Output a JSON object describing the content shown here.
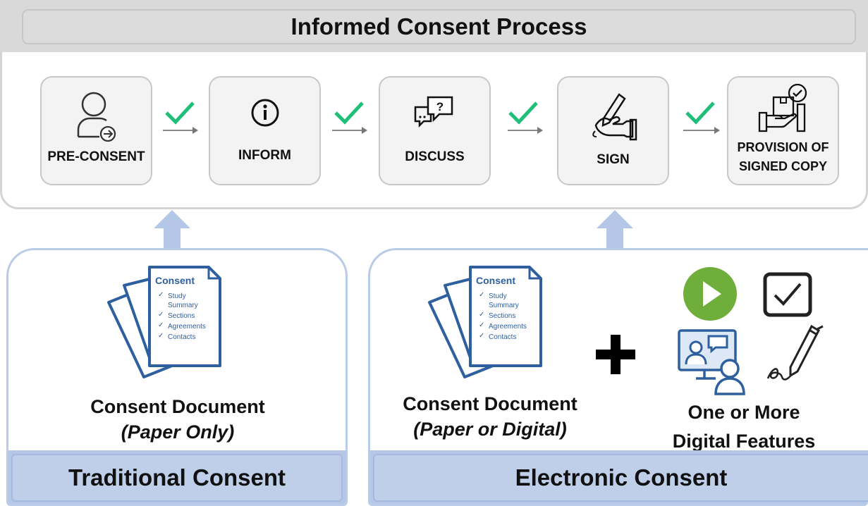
{
  "process": {
    "title": "Informed Consent Process",
    "steps": [
      {
        "label": "PRE-CONSENT",
        "icon": "user-arrow-icon"
      },
      {
        "label": "INFORM",
        "icon": "info-icon"
      },
      {
        "label": "DISCUSS",
        "icon": "chat-question-icon"
      },
      {
        "label": "SIGN",
        "icon": "hand-pen-icon"
      },
      {
        "label": "PROVISION OF\nSIGNED COPY",
        "icon": "handover-check-icon"
      }
    ],
    "check_color": "#1fbf7a"
  },
  "consent_document": {
    "title": "Consent",
    "items": [
      "Study",
      "Summary",
      "Sections",
      "Agreements",
      "Contacts"
    ]
  },
  "traditional": {
    "caption": "Consent Document",
    "caption_sub": "(Paper Only)",
    "footer": "Traditional Consent"
  },
  "electronic": {
    "caption": "Consent Document",
    "caption_sub": "(Paper or Digital)",
    "features_line1": "One or More",
    "features_line2": "Digital Features",
    "footer": "Electronic Consent",
    "feature_icons": [
      "play-video-icon",
      "checkbox-icon",
      "video-conference-icon",
      "e-signature-icon"
    ]
  },
  "colors": {
    "doc_blue": "#2e5f9e",
    "panel_blue": "#b4c7e7",
    "play_green": "#6fae3a"
  }
}
